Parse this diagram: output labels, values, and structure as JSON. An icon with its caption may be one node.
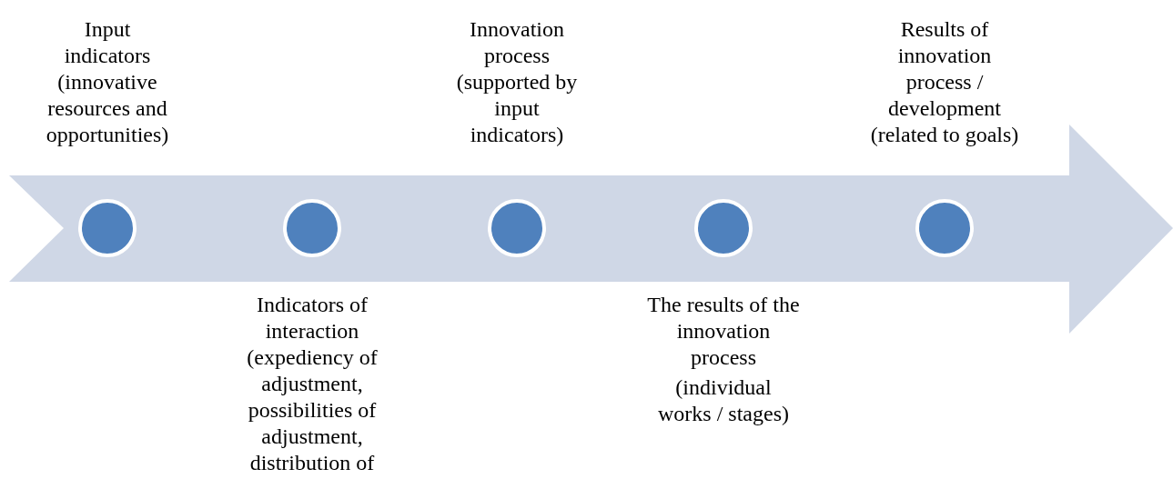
{
  "diagram": {
    "nodes": [
      {
        "text": [],
        "shape": "circle",
        "beside": [
          "Input indicators (innovative resources and opportunities)"
        ]
      },
      {
        "text": [],
        "shape": "circle",
        "beside": [
          "Indicators of interaction (expediency of adjustment, possibilities of adjustment, distribution of"
        ]
      },
      {
        "text": [],
        "shape": "circle",
        "beside": [
          "Innovation process (supported by input indicators)"
        ]
      },
      {
        "text": [],
        "shape": "circle",
        "beside": [
          "The results of the innovation process",
          "(individual works / stages)"
        ]
      },
      {
        "text": [],
        "shape": "circle",
        "beside": [
          "Results of innovation process / development (related to goals)"
        ]
      }
    ],
    "edges": []
  }
}
